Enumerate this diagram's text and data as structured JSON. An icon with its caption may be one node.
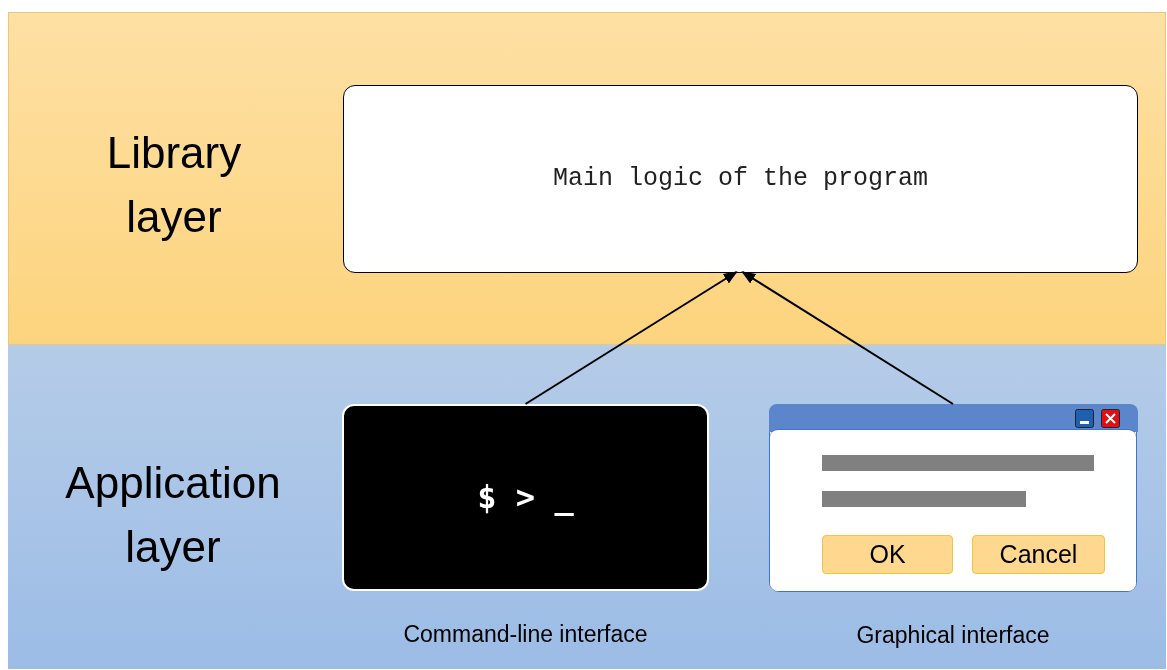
{
  "diagram": {
    "nodes": [
      {
        "text": [
          "Library layer"
        ]
      },
      {
        "text": [
          "Main logic of the program"
        ],
        "in": 0
      },
      {
        "text": [
          "Application layer"
        ]
      },
      {
        "text": [
          "$ > _"
        ],
        "in": 2,
        "beside": [
          "Command-line interface"
        ]
      },
      {
        "text": [],
        "shape": "window",
        "in": 2,
        "beside": [
          "Graphical interface"
        ]
      },
      {
        "text": [
          "OK"
        ],
        "in": 4
      },
      {
        "text": [
          "Cancel"
        ],
        "in": 4
      }
    ],
    "edges": [
      {
        "from": 3,
        "to": 1,
        "arrow": "to"
      },
      {
        "from": 4,
        "to": 1,
        "arrow": "to"
      }
    ]
  }
}
